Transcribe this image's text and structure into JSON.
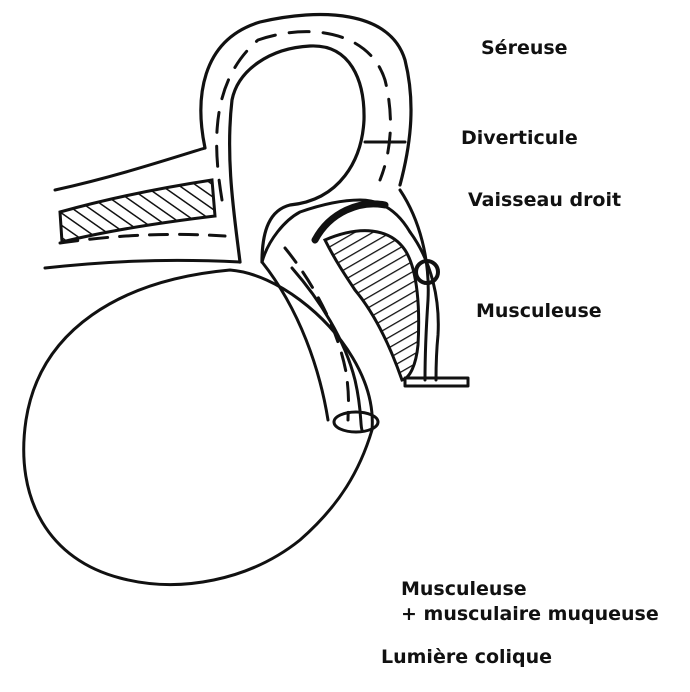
{
  "labels": {
    "sereuse": "Séreuse",
    "diverticule": "Diverticule",
    "vaisseau_droit": "Vaisseau droit",
    "musculeuse": "Musculeuse",
    "musculeuse_mm_line1": "Musculeuse",
    "musculeuse_mm_line2": "+ musculaire muqueuse",
    "lumiere_colique": "Lumière colique"
  },
  "colors": {
    "ink": "#111111",
    "background": "#ffffff"
  }
}
